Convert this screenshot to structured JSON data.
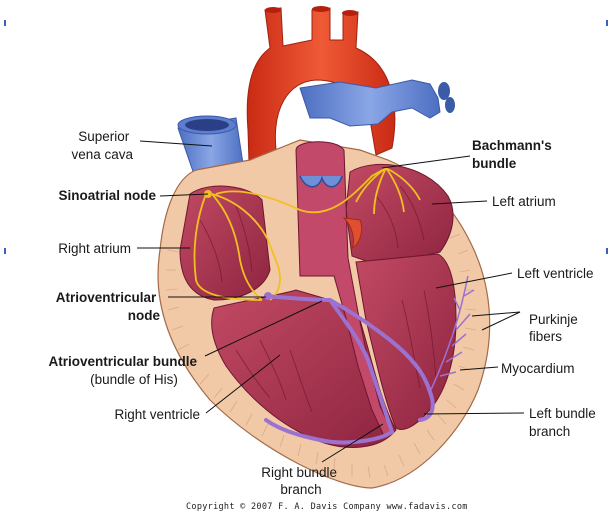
{
  "labels": {
    "superior_vena_cava": [
      "Superior",
      "vena cava"
    ],
    "bachmanns_bundle": [
      "Bachmann's",
      "bundle"
    ],
    "sinoatrial_node": [
      "Sinoatrial node"
    ],
    "left_atrium": [
      "Left atrium"
    ],
    "right_atrium": [
      "Right atrium"
    ],
    "left_ventricle": [
      "Left ventricle"
    ],
    "atrioventricular_node": [
      "Atrioventricular",
      "node"
    ],
    "purkinje_fibers": [
      "Purkinje",
      "fibers"
    ],
    "atrioventricular_bundle": [
      "Atrioventricular bundle",
      "(bundle of His)"
    ],
    "myocardium": [
      "Myocardium"
    ],
    "right_ventricle": [
      "Right ventricle"
    ],
    "left_bundle_branch": [
      "Left bundle",
      "branch"
    ],
    "right_bundle_branch": [
      "Right bundle",
      "branch"
    ]
  },
  "copyright": "Copyright © 2007 F. A. Davis Company   www.fadavis.com",
  "colors": {
    "aorta": "#e43d22",
    "vein": "#6f8fd6",
    "myocardium": "#f1c9a6",
    "chamber": "#a02d48",
    "conduction": "#f0c020",
    "bundle": "#9b72d0"
  }
}
